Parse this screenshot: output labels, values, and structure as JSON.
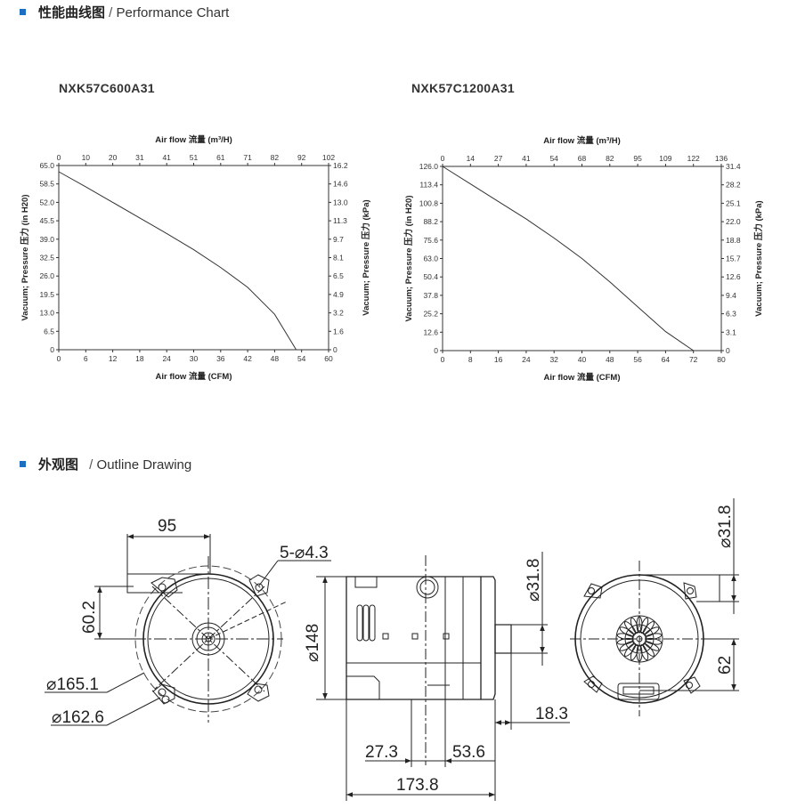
{
  "sections": {
    "performance": {
      "title_cn": "性能曲线图",
      "sep": " / ",
      "title_en": "Performance Chart"
    },
    "outline": {
      "title_cn": "外观图",
      "sep": " / ",
      "title_en": "Outline Drawing"
    }
  },
  "chart_data": [
    {
      "type": "line",
      "title": "NXK57C600A31",
      "xlabel": "Air flow 流量 (CFM)",
      "x2label": "Air flow 流量 (m³/H)",
      "ylabel": "Vacuum; Pressure 压力 (in H20)",
      "y2label": "Vacuum; Pressure 压力 (kPa)",
      "x_ticks": [
        "0",
        "6",
        "12",
        "18",
        "24",
        "30",
        "36",
        "42",
        "48",
        "54",
        "60"
      ],
      "x2_ticks": [
        "0",
        "10",
        "20",
        "31",
        "41",
        "51",
        "61",
        "71",
        "82",
        "92",
        "102"
      ],
      "y_ticks": [
        "0",
        "6.5",
        "13.0",
        "19.5",
        "26.0",
        "32.5",
        "39.0",
        "45.5",
        "52.0",
        "58.5",
        "65.0"
      ],
      "y2_ticks": [
        "0",
        "1.6",
        "3.2",
        "4.9",
        "6.5",
        "8.1",
        "9.7",
        "11.3",
        "13.0",
        "14.6",
        "16.2"
      ],
      "xlim": [
        0,
        60
      ],
      "ylim": [
        0,
        65
      ],
      "grid": false,
      "series": [
        {
          "x": [
            0,
            6,
            12,
            18,
            24,
            30,
            36,
            42,
            48,
            52.8
          ],
          "y": [
            62.8,
            57.5,
            52.0,
            46.5,
            41.0,
            35.3,
            29.0,
            22.0,
            12.5,
            0
          ]
        }
      ]
    },
    {
      "type": "line",
      "title": "NXK57C1200A31",
      "xlabel": "Air flow 流量 (CFM)",
      "x2label": "Air flow 流量 (m³/H)",
      "ylabel": "Vacuum; Pressure 压力 (in H20)",
      "y2label": "Vacuum; Pressure 压力 (kPa)",
      "x_ticks": [
        "0",
        "8",
        "16",
        "24",
        "32",
        "40",
        "48",
        "56",
        "64",
        "72",
        "80"
      ],
      "x2_ticks": [
        "0",
        "14",
        "27",
        "41",
        "54",
        "68",
        "82",
        "95",
        "109",
        "122",
        "136"
      ],
      "y_ticks": [
        "0",
        "12.6",
        "25.2",
        "37.8",
        "50.4",
        "63.0",
        "75.6",
        "88.2",
        "100.8",
        "113.4",
        "126.0"
      ],
      "y2_ticks": [
        "0",
        "3.1",
        "6.3",
        "9.4",
        "12.6",
        "15.7",
        "18.8",
        "22.0",
        "25.1",
        "28.2",
        "31.4"
      ],
      "xlim": [
        0,
        80
      ],
      "ylim": [
        0,
        126
      ],
      "grid": false,
      "series": [
        {
          "x": [
            0,
            8,
            16,
            24,
            32,
            40,
            48,
            56,
            64,
            72
          ],
          "y": [
            126,
            114,
            102,
            90,
            77,
            63,
            47,
            30,
            13,
            0
          ]
        }
      ]
    }
  ],
  "drawing": {
    "dims": {
      "d95": "95",
      "holes": "5-⌀4.3",
      "d60_2": "60.2",
      "d165_1": "⌀165.1",
      "d162_6": "⌀162.6",
      "d148": "⌀148",
      "d31_8": "⌀31.8",
      "d18_3": "18.3",
      "d27_3": "27.3",
      "d53_6": "53.6",
      "d173_8": "173.8",
      "d31_8b": "⌀31.8",
      "d62": "62"
    }
  }
}
